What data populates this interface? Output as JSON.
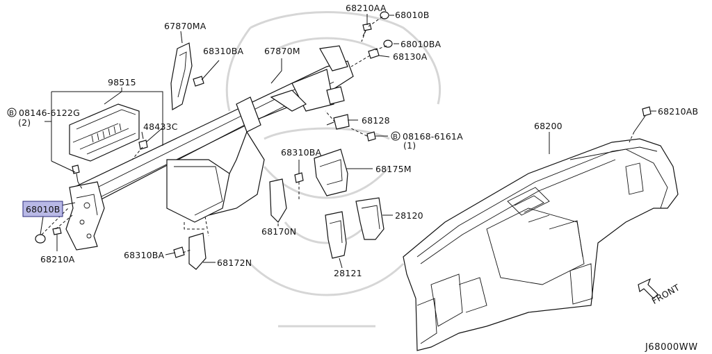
{
  "diagram_code": "J68000WW",
  "front_label": "FRONT",
  "highlight_color": "#b9b9e6",
  "parts": {
    "p_98515": "98515",
    "p_08146_6122g": "08146-6122G",
    "p_08146_qty": "(2)",
    "p_48433c": "48433C",
    "p_67870ma": "67870MA",
    "p_68310ba_top": "68310BA",
    "p_67870m": "67870M",
    "p_68210aa": "68210AA",
    "p_68010b_top": "68010B",
    "p_68010ba": "68010BA",
    "p_68130a": "68130A",
    "p_68128": "68128",
    "p_08168_6161a": "08168-6161A",
    "p_08168_qty": "(1)",
    "p_68310ba_mid": "68310BA",
    "p_68175m": "68175M",
    "p_68170n": "68170N",
    "p_28120": "28120",
    "p_28121": "28121",
    "p_68310ba_low": "68310BA",
    "p_68172n": "68172N",
    "p_68010b_left": "68010B",
    "p_68210a": "68210A",
    "p_68200": "68200",
    "p_68210ab": "68210AB",
    "bolt_symbol": "B"
  }
}
